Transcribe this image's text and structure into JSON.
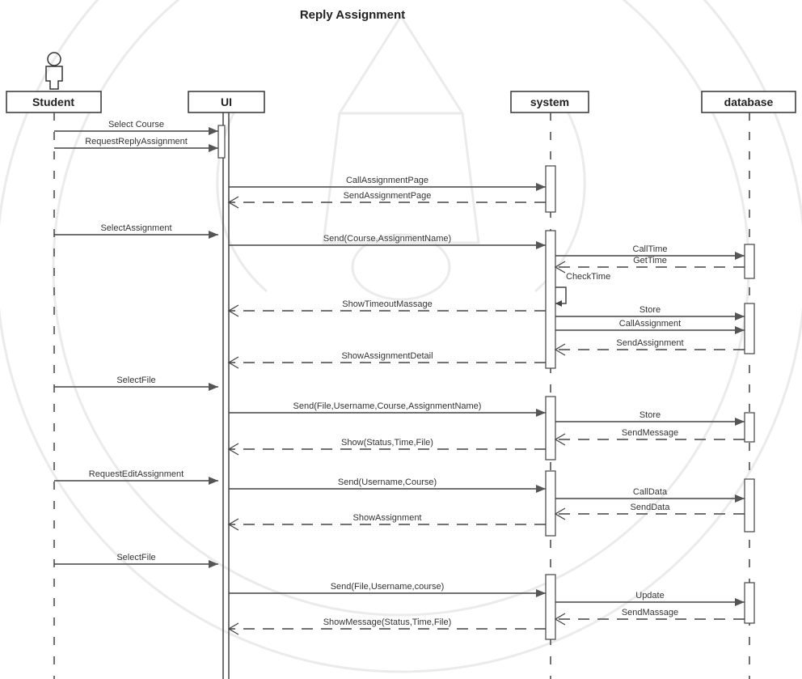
{
  "title": "Reply Assignment",
  "participants": [
    {
      "id": "student",
      "label": "Student",
      "actor": true
    },
    {
      "id": "ui",
      "label": "UI"
    },
    {
      "id": "system",
      "label": "system"
    },
    {
      "id": "database",
      "label": "database"
    }
  ],
  "messages": [
    {
      "from": "student",
      "to": "ui",
      "label": "Select Course",
      "kind": "call"
    },
    {
      "from": "student",
      "to": "ui",
      "label": "RequestReplyAssignment",
      "kind": "call"
    },
    {
      "from": "ui",
      "to": "system",
      "label": "CallAssignmentPage",
      "kind": "call"
    },
    {
      "from": "system",
      "to": "ui",
      "label": "SendAssignmentPage",
      "kind": "return"
    },
    {
      "from": "student",
      "to": "ui",
      "label": "SelectAssignment",
      "kind": "call"
    },
    {
      "from": "ui",
      "to": "system",
      "label": "Send(Course,AssignmentName)",
      "kind": "call"
    },
    {
      "from": "system",
      "to": "database",
      "label": "CallTime",
      "kind": "call"
    },
    {
      "from": "database",
      "to": "system",
      "label": "GetTime",
      "kind": "return"
    },
    {
      "from": "system",
      "to": "system",
      "label": "CheckTime",
      "kind": "self"
    },
    {
      "from": "system",
      "to": "ui",
      "label": "ShowTimeoutMassage",
      "kind": "return"
    },
    {
      "from": "system",
      "to": "database",
      "label": "Store",
      "kind": "call"
    },
    {
      "from": "system",
      "to": "database",
      "label": "CallAssignment",
      "kind": "call"
    },
    {
      "from": "database",
      "to": "system",
      "label": "SendAssignment",
      "kind": "return"
    },
    {
      "from": "system",
      "to": "ui",
      "label": "ShowAssignmentDetail",
      "kind": "return"
    },
    {
      "from": "student",
      "to": "ui",
      "label": "SelectFile",
      "kind": "call"
    },
    {
      "from": "ui",
      "to": "system",
      "label": "Send(File,Username,Course,AssignmentName)",
      "kind": "call"
    },
    {
      "from": "system",
      "to": "database",
      "label": "Store",
      "kind": "call"
    },
    {
      "from": "database",
      "to": "system",
      "label": "SendMessage",
      "kind": "return"
    },
    {
      "from": "system",
      "to": "ui",
      "label": "Show(Status,Time,File)",
      "kind": "return"
    },
    {
      "from": "student",
      "to": "ui",
      "label": "RequestEditAssignment",
      "kind": "call"
    },
    {
      "from": "ui",
      "to": "system",
      "label": "Send(Username,Course)",
      "kind": "call"
    },
    {
      "from": "system",
      "to": "database",
      "label": "CallData",
      "kind": "call"
    },
    {
      "from": "database",
      "to": "system",
      "label": "SendData",
      "kind": "return"
    },
    {
      "from": "system",
      "to": "ui",
      "label": "ShowAssignment",
      "kind": "return"
    },
    {
      "from": "student",
      "to": "ui",
      "label": "SelectFile",
      "kind": "call"
    },
    {
      "from": "ui",
      "to": "system",
      "label": "Send(File,Username,course)",
      "kind": "call"
    },
    {
      "from": "system",
      "to": "database",
      "label": "Update",
      "kind": "call"
    },
    {
      "from": "database",
      "to": "system",
      "label": "SendMassage",
      "kind": "return"
    },
    {
      "from": "system",
      "to": "ui",
      "label": "ShowMessage(Status,Time,File)",
      "kind": "return"
    }
  ],
  "colors": {
    "line": "#555555",
    "text": "#333333",
    "watermark": "#d9d9d9"
  }
}
